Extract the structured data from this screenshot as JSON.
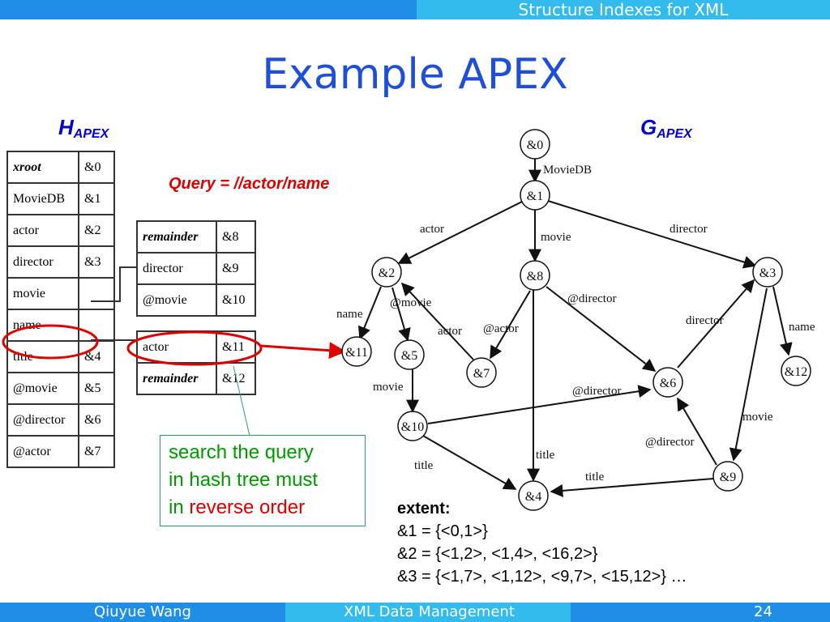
{
  "header": {
    "section_title": "Structure Indexes for XML"
  },
  "slide": {
    "title": "Example APEX",
    "h_label": {
      "main": "H",
      "sub": "APEX"
    },
    "g_label": {
      "main": "G",
      "sub": "APEX"
    },
    "query": "Query = //actor/name"
  },
  "hash_table_main": [
    {
      "key": "xroot",
      "value": "&0",
      "emph": true
    },
    {
      "key": "MovieDB",
      "value": "&1"
    },
    {
      "key": "actor",
      "value": "&2"
    },
    {
      "key": "director",
      "value": "&3"
    },
    {
      "key": "movie",
      "value": ""
    },
    {
      "key": "name",
      "value": ""
    },
    {
      "key": "title",
      "value": "&4"
    },
    {
      "key": "@movie",
      "value": "&5"
    },
    {
      "key": "@director",
      "value": "&6"
    },
    {
      "key": "@actor",
      "value": "&7"
    }
  ],
  "hash_table_movie": [
    {
      "key": "remainder",
      "value": "&8",
      "emph": true
    },
    {
      "key": "director",
      "value": "&9"
    },
    {
      "key": "@movie",
      "value": "&10"
    }
  ],
  "hash_table_name": [
    {
      "key": "actor",
      "value": "&11"
    },
    {
      "key": "remainder",
      "value": "&12",
      "emph": true
    }
  ],
  "note": {
    "line1": "search the query",
    "line2": "in hash tree must",
    "line3_a": "in ",
    "line3_b": "reverse order"
  },
  "graph": {
    "nodes": [
      "&0",
      "&1",
      "&2",
      "&8",
      "&3",
      "&11",
      "&5",
      "&7",
      "&6",
      "&12",
      "&10",
      "&4",
      "&9"
    ],
    "edges": [
      {
        "from": "&0",
        "to": "&1",
        "label": "MovieDB"
      },
      {
        "from": "&1",
        "to": "&2",
        "label": "actor"
      },
      {
        "from": "&1",
        "to": "&8",
        "label": "movie"
      },
      {
        "from": "&1",
        "to": "&3",
        "label": "director"
      },
      {
        "from": "&2",
        "to": "&11",
        "label": "name"
      },
      {
        "from": "&2",
        "to": "&5",
        "label": "@movie"
      },
      {
        "from": "&7",
        "to": "&2",
        "label": "actor"
      },
      {
        "from": "&8",
        "to": "&7",
        "label": "@actor"
      },
      {
        "from": "&8",
        "to": "&6",
        "label": "@director"
      },
      {
        "from": "&8",
        "to": "&4",
        "label": "title"
      },
      {
        "from": "&6",
        "to": "&3",
        "label": "director"
      },
      {
        "from": "&3",
        "to": "&12",
        "label": "name"
      },
      {
        "from": "&3",
        "to": "&9",
        "label": "movie"
      },
      {
        "from": "&5",
        "to": "&10",
        "label": "movie"
      },
      {
        "from": "&10",
        "to": "&6",
        "label": "@director"
      },
      {
        "from": "&10",
        "to": "&4",
        "label": "title"
      },
      {
        "from": "&9",
        "to": "&6",
        "label": "@director"
      },
      {
        "from": "&9",
        "to": "&4",
        "label": "title"
      }
    ]
  },
  "extent": {
    "heading": "extent:",
    "lines": [
      "&1 = {<0,1>}",
      "&2 = {<1,2>, <1,4>, <16,2>}",
      "&3 = {<1,7>, <1,12>, <9,7>, <15,12>} …"
    ]
  },
  "footer": {
    "author": "Qiuyue Wang",
    "course": "XML Data Management",
    "page": "24"
  },
  "colors": {
    "bar_dark": "#1f8fe6",
    "bar_light": "#33bbee",
    "title": "#1f4fd8",
    "label_blue": "#0000cc",
    "highlight_red": "#dd0000",
    "note_green": "#009900"
  }
}
